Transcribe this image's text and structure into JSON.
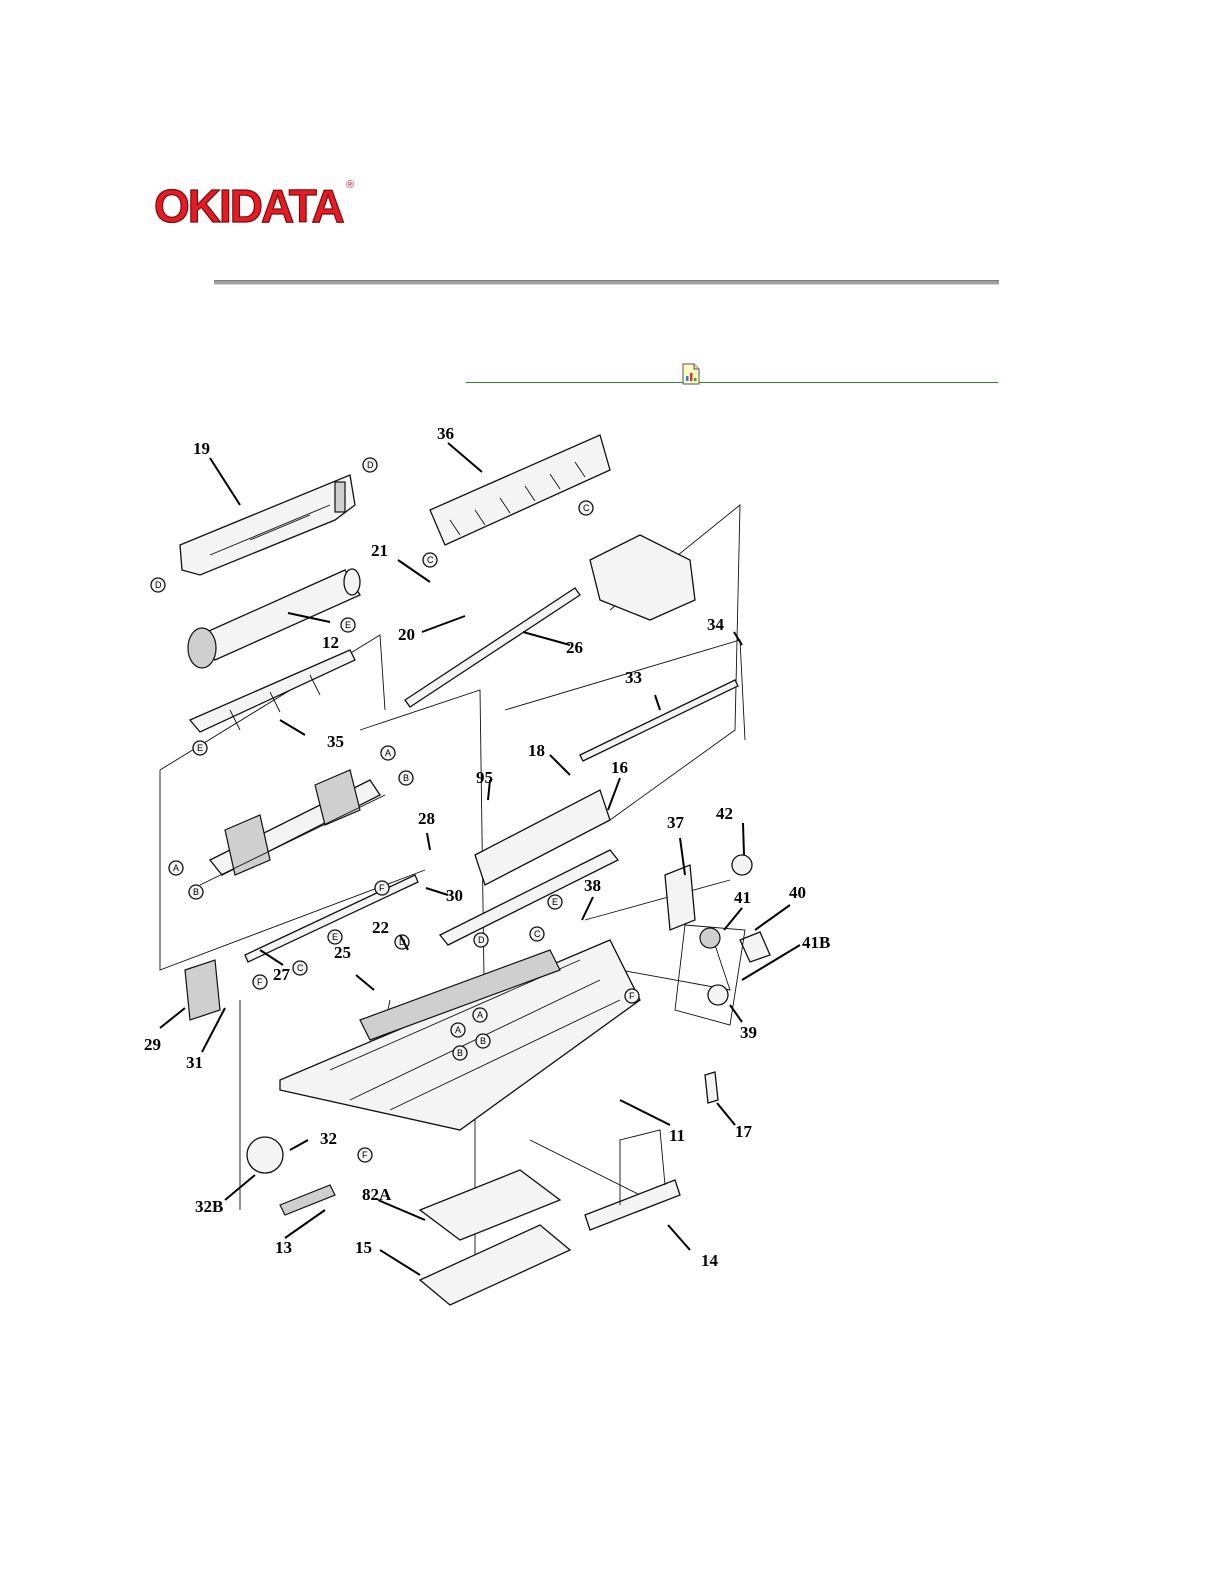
{
  "header": {
    "brand": "OKIDATA",
    "registered_mark": "®"
  },
  "colors": {
    "brand_red": "#e31b23",
    "rule_gray": "#a0a0a0",
    "link_green": "#2c8a2c"
  },
  "icon": "document-chart-icon",
  "diagram": {
    "callouts": [
      "19",
      "36",
      "21",
      "20",
      "12",
      "26",
      "34",
      "33",
      "35",
      "18",
      "95",
      "16",
      "28",
      "37",
      "42",
      "30",
      "22",
      "38",
      "41",
      "40",
      "41B",
      "25",
      "27",
      "29",
      "31",
      "39",
      "11",
      "17",
      "32",
      "32B",
      "82A",
      "13",
      "15",
      "14"
    ],
    "reference_letters": [
      "A",
      "B",
      "C",
      "D",
      "E",
      "F"
    ]
  }
}
